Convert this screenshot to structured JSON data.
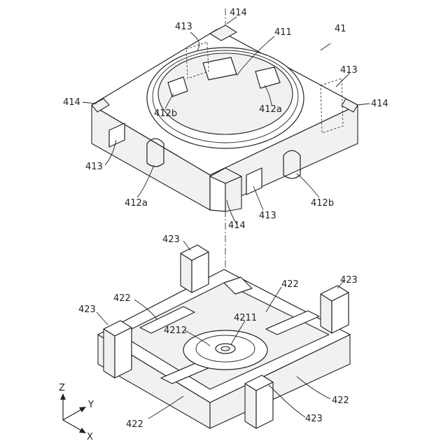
{
  "labels": {
    "l41": "41",
    "l411": "411",
    "l412a_top": "412a",
    "l412b_top": "412b",
    "l412a_bottom": "412a",
    "l412b_bottom": "412b",
    "l413_topleft": "413",
    "l413_left": "413",
    "l413_center": "413",
    "l413_right": "413",
    "l414_top": "414",
    "l414_left": "414",
    "l414_right": "414",
    "l414_bottom": "414",
    "l4211": "4211",
    "l4212": "4212",
    "l422_top": "422",
    "l422_right": "422",
    "l422_bottomright": "422",
    "l422_bottomleft": "422",
    "l423_top": "423",
    "l423_right": "423",
    "l423_left": "423",
    "l423_bottom": "423"
  },
  "axes": {
    "z": "Z",
    "y": "Y",
    "x": "X"
  }
}
